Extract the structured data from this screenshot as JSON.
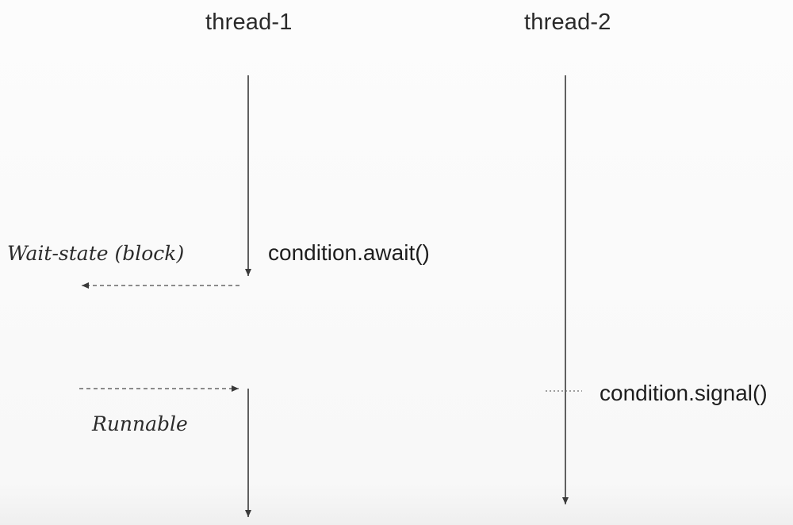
{
  "threads": [
    {
      "name": "thread-1"
    },
    {
      "name": "thread-2"
    }
  ],
  "calls": {
    "await": "condition.await()",
    "signal": "condition.signal()"
  },
  "states": {
    "wait": "Wait-state (block)",
    "runnable": "Runnable"
  }
}
